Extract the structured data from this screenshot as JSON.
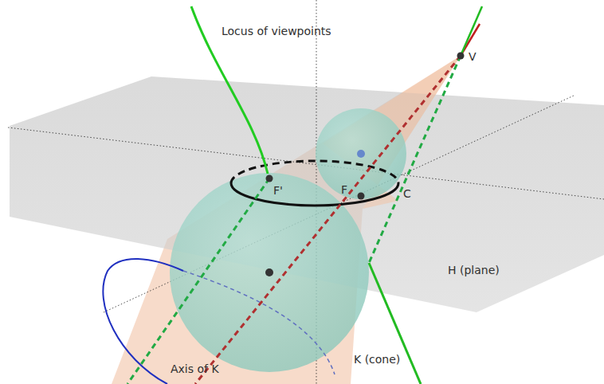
{
  "diagram": {
    "labels": [
      "Locus of viewpoints",
      "V",
      "F'",
      "F",
      "C",
      "H (plane)",
      "Axis of K",
      "K (cone)"
    ]
  }
}
